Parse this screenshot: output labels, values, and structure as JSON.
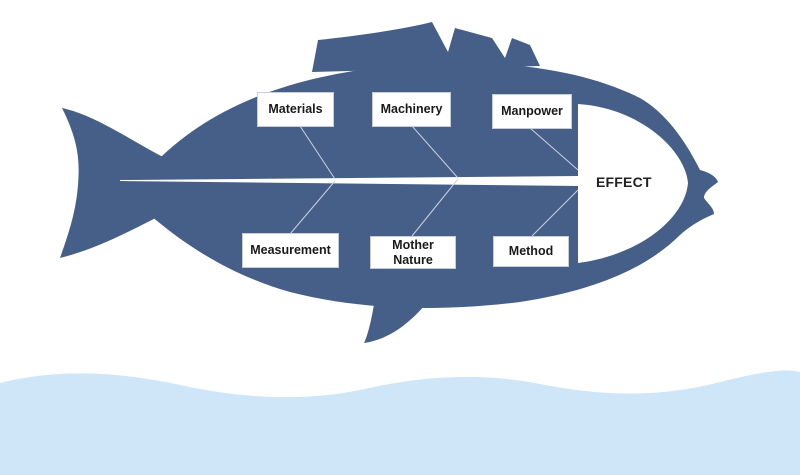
{
  "diagram": {
    "type": "fishbone",
    "effect": "EFFECT",
    "causes_top": [
      "Materials",
      "Machinery",
      "Manpower"
    ],
    "causes_bottom": [
      "Measurement",
      "Mother\nNature",
      "Method"
    ]
  },
  "colors": {
    "fish_body": "#465f88",
    "water": "#cfe6f8",
    "background": "#ffffff",
    "box_fill": "#ffffff"
  }
}
